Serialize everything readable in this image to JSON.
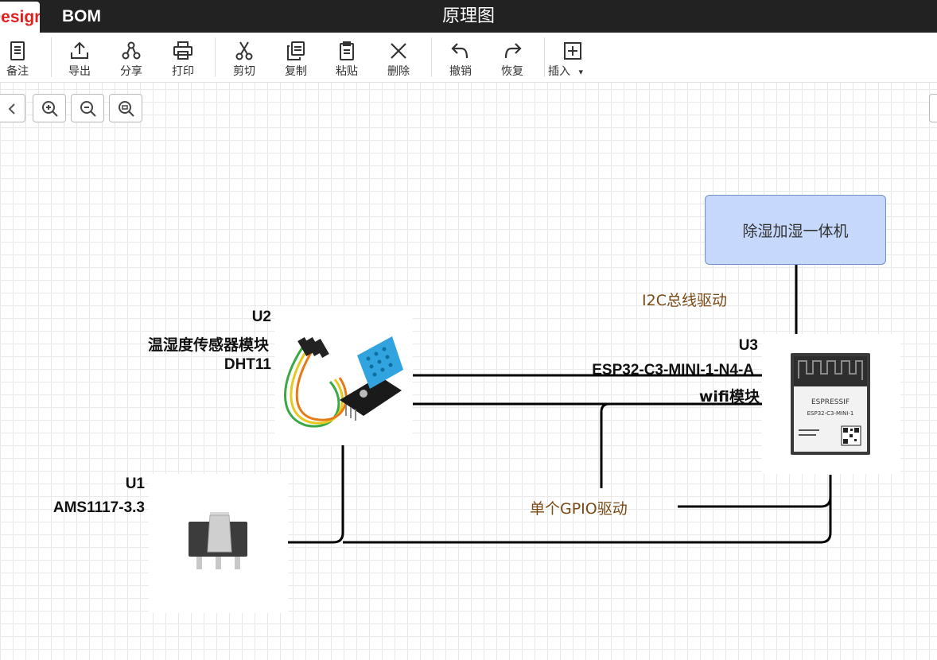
{
  "header": {
    "design_tab": "Design",
    "bom_tab": "BOM",
    "title": "原理图"
  },
  "toolbar": {
    "items": [
      {
        "label": "备注",
        "icon": "note-icon"
      },
      {
        "label": "导出",
        "icon": "export-icon"
      },
      {
        "label": "分享",
        "icon": "share-icon"
      },
      {
        "label": "打印",
        "icon": "print-icon"
      },
      {
        "label": "剪切",
        "icon": "cut-icon"
      },
      {
        "label": "复制",
        "icon": "copy-icon"
      },
      {
        "label": "粘贴",
        "icon": "paste-icon"
      },
      {
        "label": "删除",
        "icon": "delete-icon"
      },
      {
        "label": "撤销",
        "icon": "undo-icon"
      },
      {
        "label": "恢复",
        "icon": "redo-icon"
      },
      {
        "label": "插入",
        "icon": "insert-icon"
      }
    ],
    "insert_dropdown": "▾"
  },
  "zoom_controls": {
    "collapse_icon": "chevron-left-icon",
    "zoom_in_icon": "zoom-in-icon",
    "zoom_out_icon": "zoom-out-icon",
    "zoom_fit_icon": "zoom-fit-icon"
  },
  "schematic": {
    "u2": {
      "ref": "U2",
      "name": "温湿度传感器模块",
      "value": "DHT11"
    },
    "u1": {
      "ref": "U1",
      "value": "AMS1117-3.3"
    },
    "u3": {
      "ref": "U3",
      "value": "ESP32-C3-MINI-1-N4-A",
      "name": "wifi模块"
    },
    "humidifier": {
      "label": "除湿加湿一体机"
    },
    "notes": {
      "i2c": "I2C总线驱动",
      "gpio": "单个GPIO驱动"
    },
    "esp_chip": {
      "brand": "ESPRESSIF",
      "model": "ESP32-C3-MINI-1"
    }
  },
  "colors": {
    "topbar_bg": "#222222",
    "accent_red": "#e02020",
    "wire": "#000000",
    "note_text": "#7a4a16",
    "block_fill": "#c6d8fb"
  }
}
